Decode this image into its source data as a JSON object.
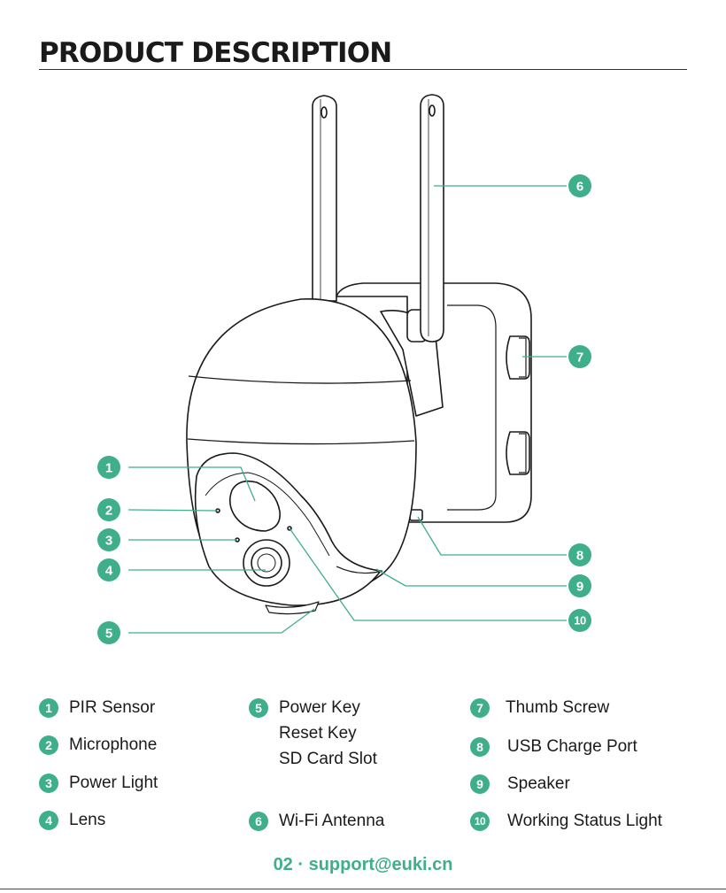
{
  "header": {
    "title": "PRODUCT DESCRIPTION"
  },
  "accent_color": "#3fae8a",
  "callouts": [
    {
      "number": "1"
    },
    {
      "number": "2"
    },
    {
      "number": "3"
    },
    {
      "number": "4"
    },
    {
      "number": "5"
    },
    {
      "number": "6"
    },
    {
      "number": "7"
    },
    {
      "number": "8"
    },
    {
      "number": "9"
    },
    {
      "number": "10"
    }
  ],
  "legend": {
    "col1": [
      {
        "number": "1",
        "lines": [
          "PIR Sensor"
        ]
      },
      {
        "number": "2",
        "lines": [
          "Microphone"
        ]
      },
      {
        "number": "3",
        "lines": [
          "Power Light"
        ]
      },
      {
        "number": "4",
        "lines": [
          "Lens"
        ]
      }
    ],
    "col2": [
      {
        "number": "5",
        "lines": [
          "Power Key",
          "Reset Key",
          "SD Card Slot"
        ]
      },
      {
        "number": "6",
        "lines": [
          "Wi-Fi Antenna"
        ]
      }
    ],
    "col3": [
      {
        "number": "7",
        "lines": [
          "Thumb Screw"
        ]
      },
      {
        "number": "8",
        "lines": [
          "USB Charge Port"
        ]
      },
      {
        "number": "9",
        "lines": [
          "Speaker"
        ]
      },
      {
        "number": "10",
        "lines": [
          "Working Status Light"
        ]
      }
    ]
  },
  "footer": {
    "text": "02 · support@euki.cn"
  }
}
